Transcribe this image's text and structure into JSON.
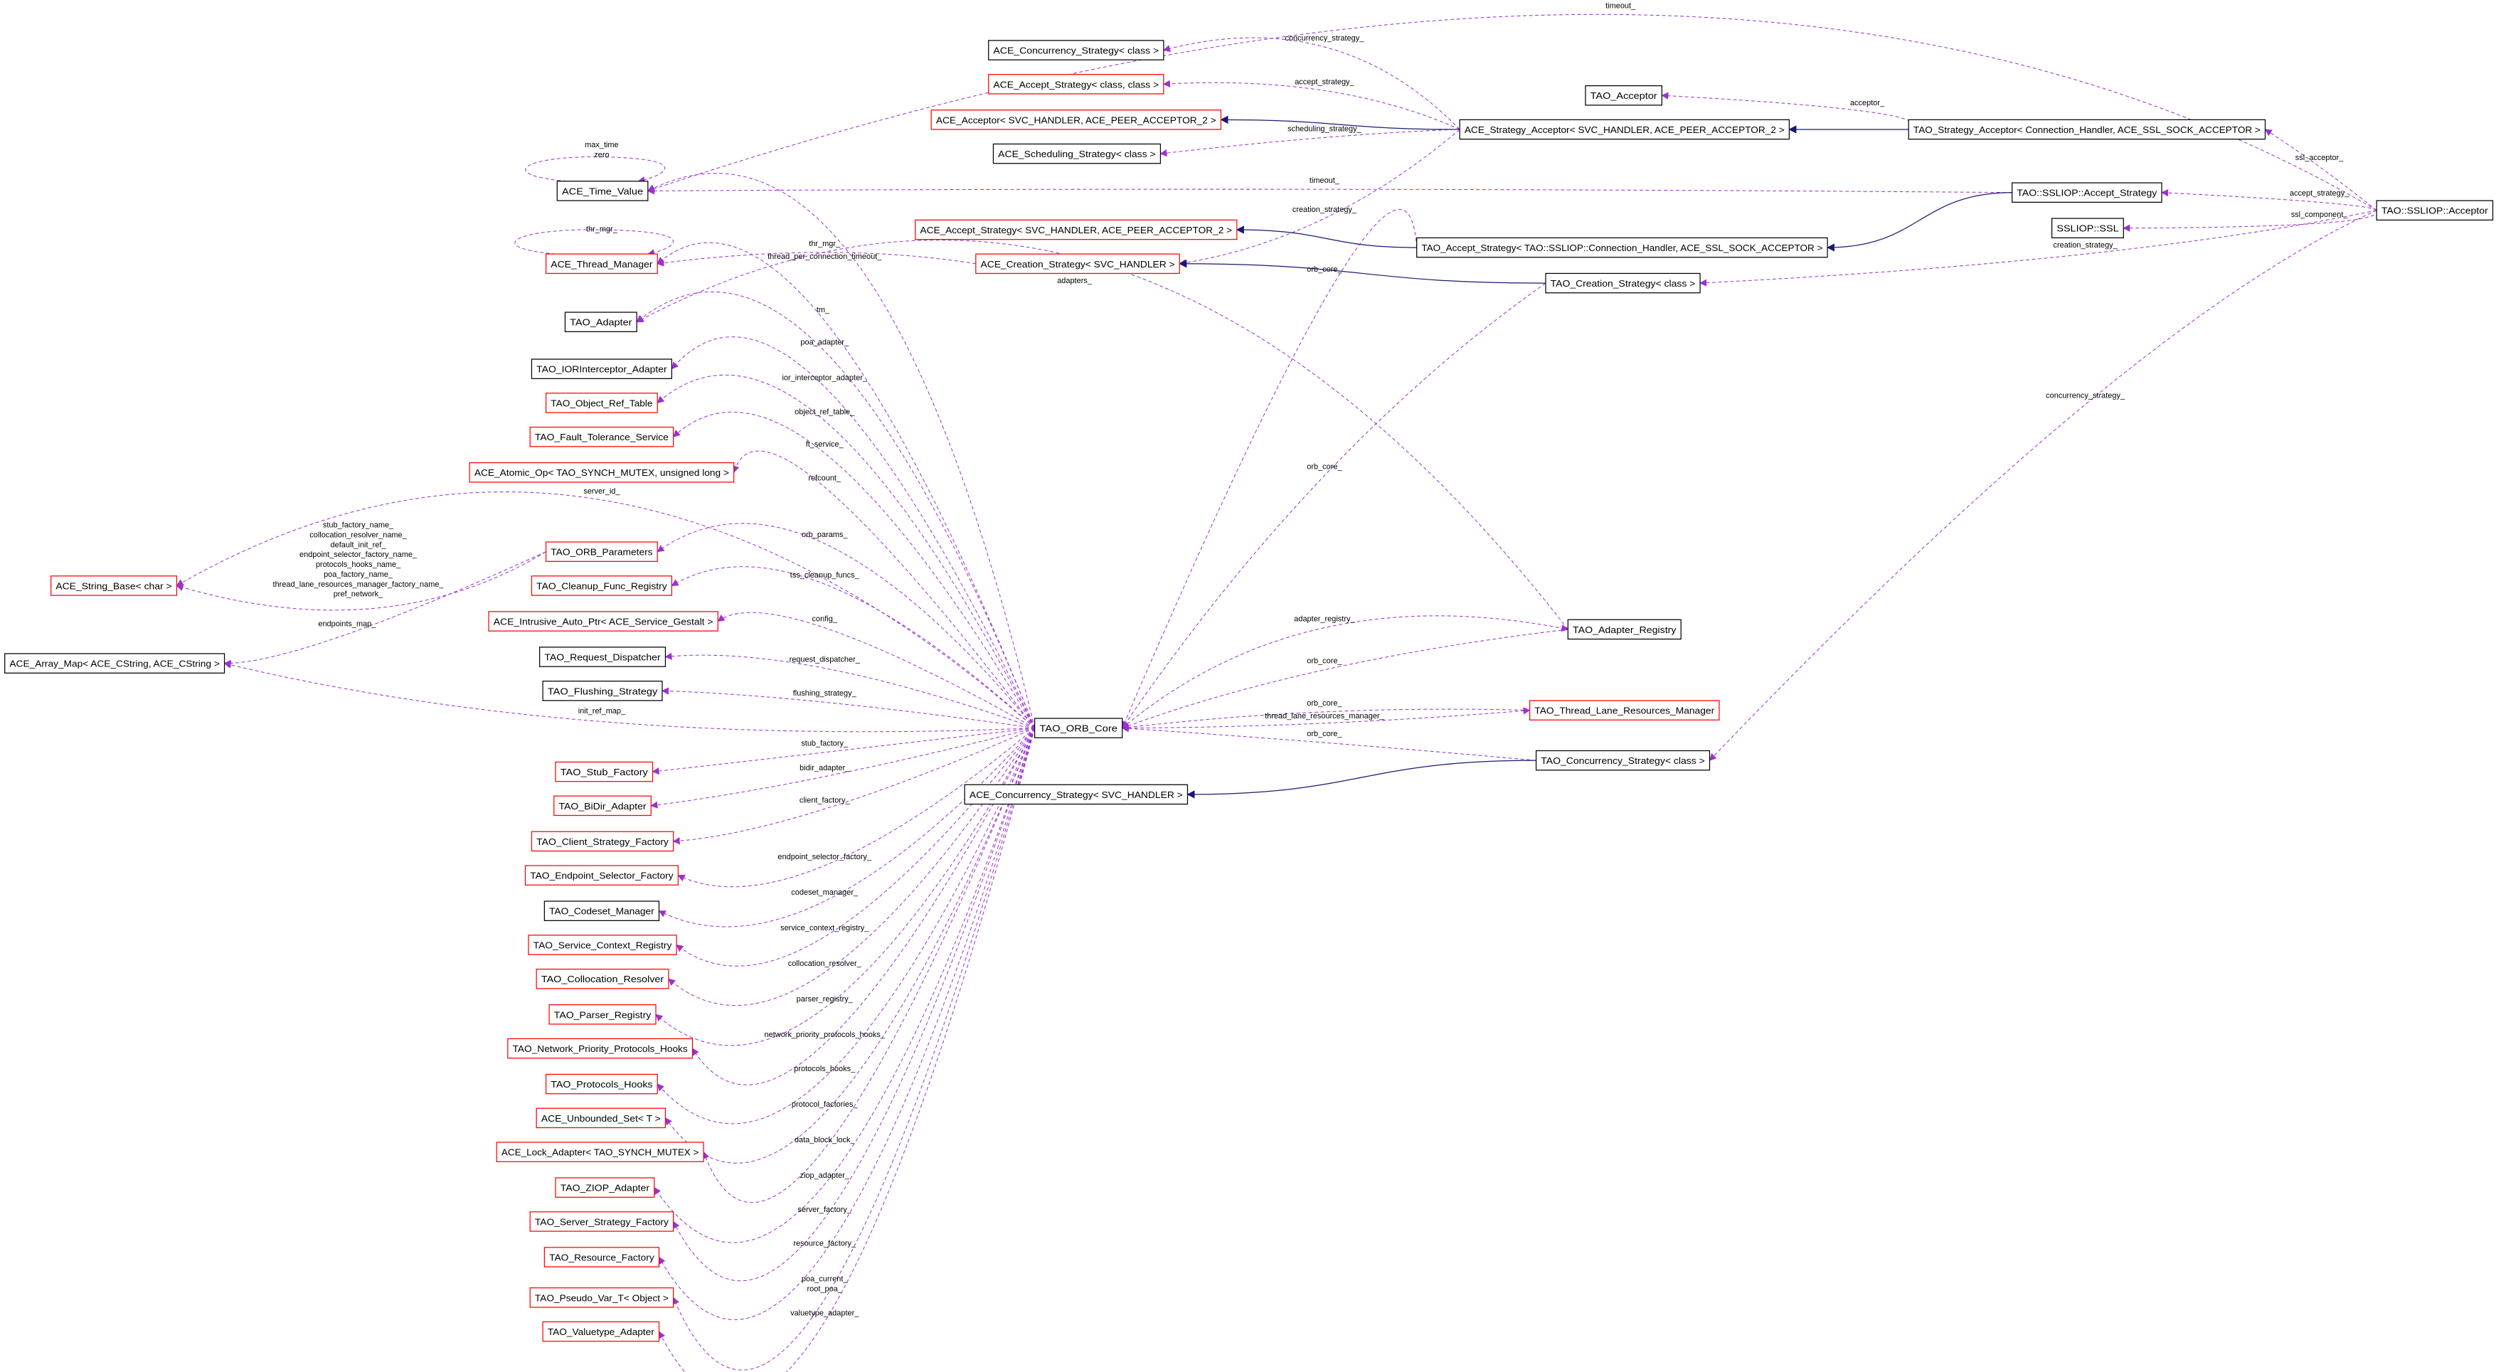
{
  "title": "TAO::SSLIOP::Acceptor",
  "colors": {
    "usage_edge": "#9a32cd",
    "inheritance_edge": "#191970",
    "documented_border": "#000000",
    "undocumented_border": "#ff0000",
    "focus_fill": "#bfbfbf"
  },
  "nodes": [
    {
      "label": "TAO::SSLIOP::Acceptor",
      "border": "#000000",
      "fill": "#bfbfbf"
    },
    {
      "label": "ACE_Concurrency_Strategy< class >",
      "border": "#000000",
      "fill": "#ffffff"
    },
    {
      "label": "ACE_Accept_Strategy< class, class >",
      "border": "#ff0000",
      "fill": "#ffffff"
    },
    {
      "label": "ACE_Acceptor< SVC_HANDLER, ACE_PEER_ACCEPTOR_2 >",
      "border": "#ff0000",
      "fill": "#ffffff"
    },
    {
      "label": "ACE_Scheduling_Strategy< class >",
      "border": "#000000",
      "fill": "#ffffff"
    },
    {
      "label": "TAO_Acceptor",
      "border": "#000000",
      "fill": "#ffffff"
    },
    {
      "label": "ACE_Strategy_Acceptor< SVC_HANDLER, ACE_PEER_ACCEPTOR_2 >",
      "border": "#000000",
      "fill": "#ffffff"
    },
    {
      "label": "TAO_Strategy_Acceptor< Connection_Handler, ACE_SSL_SOCK_ACCEPTOR >",
      "border": "#000000",
      "fill": "#ffffff"
    },
    {
      "label": "TAO::SSLIOP::Accept_Strategy",
      "border": "#000000",
      "fill": "#ffffff"
    },
    {
      "label": "SSLIOP::SSL",
      "border": "#000000",
      "fill": "#ffffff"
    },
    {
      "label": "ACE_Accept_Strategy< SVC_HANDLER, ACE_PEER_ACCEPTOR_2 >",
      "border": "#ff0000",
      "fill": "#ffffff"
    },
    {
      "label": "ACE_Creation_Strategy< SVC_HANDLER >",
      "border": "#ff0000",
      "fill": "#ffffff"
    },
    {
      "label": "TAO_Accept_Strategy< TAO::SSLIOP::Connection_Handler, ACE_SSL_SOCK_ACCEPTOR >",
      "border": "#000000",
      "fill": "#ffffff"
    },
    {
      "label": "TAO_Creation_Strategy< class >",
      "border": "#000000",
      "fill": "#ffffff"
    },
    {
      "label": "ACE_Time_Value",
      "border": "#000000",
      "fill": "#ffffff"
    },
    {
      "label": "ACE_Thread_Manager",
      "border": "#ff0000",
      "fill": "#ffffff"
    },
    {
      "label": "TAO_Adapter",
      "border": "#000000",
      "fill": "#ffffff"
    },
    {
      "label": "TAO_IORInterceptor_Adapter",
      "border": "#000000",
      "fill": "#ffffff"
    },
    {
      "label": "TAO_Object_Ref_Table",
      "border": "#ff0000",
      "fill": "#ffffff"
    },
    {
      "label": "TAO_Fault_Tolerance_Service",
      "border": "#ff0000",
      "fill": "#ffffff"
    },
    {
      "label": "ACE_Atomic_Op< TAO_SYNCH_MUTEX, unsigned long >",
      "border": "#ff0000",
      "fill": "#ffffff"
    },
    {
      "label": "ACE_String_Base< char >",
      "border": "#ff0000",
      "fill": "#ffffff"
    },
    {
      "label": "TAO_ORB_Parameters",
      "border": "#ff0000",
      "fill": "#ffffff"
    },
    {
      "label": "TAO_Cleanup_Func_Registry",
      "border": "#ff0000",
      "fill": "#ffffff"
    },
    {
      "label": "ACE_Intrusive_Auto_Ptr< ACE_Service_Gestalt >",
      "border": "#ff0000",
      "fill": "#ffffff"
    },
    {
      "label": "ACE_Array_Map< ACE_CString, ACE_CString >",
      "border": "#000000",
      "fill": "#ffffff"
    },
    {
      "label": "TAO_Request_Dispatcher",
      "border": "#000000",
      "fill": "#ffffff"
    },
    {
      "label": "TAO_Flushing_Strategy",
      "border": "#000000",
      "fill": "#ffffff"
    },
    {
      "label": "TAO_ORB_Core",
      "border": "#000000",
      "fill": "#ffffff"
    },
    {
      "label": "TAO_Adapter_Registry",
      "border": "#000000",
      "fill": "#ffffff"
    },
    {
      "label": "TAO_Thread_Lane_Resources_Manager",
      "border": "#ff0000",
      "fill": "#ffffff"
    },
    {
      "label": "TAO_Concurrency_Strategy< class >",
      "border": "#000000",
      "fill": "#ffffff"
    },
    {
      "label": "ACE_Concurrency_Strategy< SVC_HANDLER >",
      "border": "#000000",
      "fill": "#ffffff"
    },
    {
      "label": "TAO_Stub_Factory",
      "border": "#ff0000",
      "fill": "#ffffff"
    },
    {
      "label": "TAO_BiDir_Adapter",
      "border": "#ff0000",
      "fill": "#ffffff"
    },
    {
      "label": "TAO_Client_Strategy_Factory",
      "border": "#ff0000",
      "fill": "#ffffff"
    },
    {
      "label": "TAO_Endpoint_Selector_Factory",
      "border": "#ff0000",
      "fill": "#ffffff"
    },
    {
      "label": "TAO_Codeset_Manager",
      "border": "#000000",
      "fill": "#ffffff"
    },
    {
      "label": "TAO_Service_Context_Registry",
      "border": "#ff0000",
      "fill": "#ffffff"
    },
    {
      "label": "TAO_Collocation_Resolver",
      "border": "#ff0000",
      "fill": "#ffffff"
    },
    {
      "label": "TAO_Parser_Registry",
      "border": "#ff0000",
      "fill": "#ffffff"
    },
    {
      "label": "TAO_Network_Priority_Protocols_Hooks",
      "border": "#ff0000",
      "fill": "#ffffff"
    },
    {
      "label": "TAO_Protocols_Hooks",
      "border": "#ff0000",
      "fill": "#ffffff"
    },
    {
      "label": "ACE_Unbounded_Set< T >",
      "border": "#ff0000",
      "fill": "#ffffff"
    },
    {
      "label": "ACE_Lock_Adapter< TAO_SYNCH_MUTEX >",
      "border": "#ff0000",
      "fill": "#ffffff"
    },
    {
      "label": "TAO_ZIOP_Adapter",
      "border": "#ff0000",
      "fill": "#ffffff"
    },
    {
      "label": "TAO_Server_Strategy_Factory",
      "border": "#ff0000",
      "fill": "#ffffff"
    },
    {
      "label": "TAO_Resource_Factory",
      "border": "#ff0000",
      "fill": "#ffffff"
    },
    {
      "label": "TAO_Pseudo_Var_T< Object >",
      "border": "#ff0000",
      "fill": "#ffffff"
    },
    {
      "label": "TAO_Valuetype_Adapter",
      "border": "#ff0000",
      "fill": "#ffffff"
    }
  ],
  "edges": [
    {
      "from": 0,
      "to": 14,
      "labels": [
        "timeout_"
      ]
    },
    {
      "from": 6,
      "to": 1,
      "labels": [
        "concurrency_strategy_"
      ]
    },
    {
      "from": 6,
      "to": 2,
      "labels": [
        "accept_strategy_"
      ]
    },
    {
      "from": 6,
      "to": 3,
      "labels": [],
      "inherit": true
    },
    {
      "from": 6,
      "to": 4,
      "labels": [
        "scheduling_strategy_"
      ]
    },
    {
      "from": 7,
      "to": 5,
      "labels": [
        "acceptor_"
      ]
    },
    {
      "from": 7,
      "to": 6,
      "labels": [],
      "inherit": true
    },
    {
      "from": 0,
      "to": 7,
      "labels": [
        "ssl_acceptor_"
      ]
    },
    {
      "from": 8,
      "to": 14,
      "labels": [
        "timeout_"
      ]
    },
    {
      "from": 0,
      "to": 8,
      "labels": [
        "accept_strategy_"
      ]
    },
    {
      "from": 6,
      "to": 11,
      "labels": [
        "creation_strategy_"
      ]
    },
    {
      "from": 0,
      "to": 9,
      "labels": [
        "ssl_component_"
      ]
    },
    {
      "from": 8,
      "to": 12,
      "labels": [],
      "inherit": true
    },
    {
      "from": 12,
      "to": 10,
      "labels": [],
      "inherit": true
    },
    {
      "from": 0,
      "to": 13,
      "labels": [
        "creation_strategy_"
      ]
    },
    {
      "from": 13,
      "to": 11,
      "labels": [],
      "inherit": true
    },
    {
      "from": 12,
      "to": 28,
      "labels": [
        "orb_core_"
      ]
    },
    {
      "from": 11,
      "to": 15,
      "labels": [
        "thr_mgr_"
      ]
    },
    {
      "from": 14,
      "to": 14,
      "labels": [
        "max_time",
        "zero"
      ]
    },
    {
      "from": 15,
      "to": 15,
      "labels": [
        "thr_mgr_"
      ]
    },
    {
      "from": 28,
      "to": 14,
      "labels": [
        "thread_per_connection_timeout_"
      ]
    },
    {
      "from": 28,
      "to": 15,
      "labels": [
        "tm_"
      ]
    },
    {
      "from": 29,
      "to": 16,
      "labels": [
        "adapters_"
      ]
    },
    {
      "from": 28,
      "to": 16,
      "labels": [
        "poa_adapter_"
      ]
    },
    {
      "from": 28,
      "to": 17,
      "labels": [
        "ior_interceptor_adapter_"
      ]
    },
    {
      "from": 28,
      "to": 18,
      "labels": [
        "object_ref_table_"
      ]
    },
    {
      "from": 28,
      "to": 19,
      "labels": [
        "ft_service_"
      ]
    },
    {
      "from": 28,
      "to": 20,
      "labels": [
        "refcount_"
      ]
    },
    {
      "from": 28,
      "to": 21,
      "labels": [
        "server_id_"
      ]
    },
    {
      "from": 22,
      "to": 21,
      "labels": [
        "stub_factory_name_",
        "collocation_resolver_name_",
        "default_init_ref_",
        "endpoint_selector_factory_name_",
        "protocols_hooks_name_",
        "poa_factory_name_",
        "thread_lane_resources_manager_factory_name_",
        "pref_network_"
      ]
    },
    {
      "from": 28,
      "to": 22,
      "labels": [
        "orb_params_"
      ]
    },
    {
      "from": 28,
      "to": 23,
      "labels": [
        "tss_cleanup_funcs_"
      ]
    },
    {
      "from": 28,
      "to": 24,
      "labels": [
        "config_"
      ]
    },
    {
      "from": 22,
      "to": 25,
      "labels": [
        "endpoints_map_"
      ]
    },
    {
      "from": 28,
      "to": 26,
      "labels": [
        "request_dispatcher_"
      ]
    },
    {
      "from": 28,
      "to": 27,
      "labels": [
        "flushing_strategy_"
      ]
    },
    {
      "from": 28,
      "to": 25,
      "labels": [
        "init_ref_map_"
      ]
    },
    {
      "from": 13,
      "to": 28,
      "labels": [
        "orb_core_"
      ]
    },
    {
      "from": 28,
      "to": 29,
      "labels": [
        "adapter_registry_"
      ]
    },
    {
      "from": 29,
      "to": 28,
      "labels": [
        "orb_core_"
      ]
    },
    {
      "from": 30,
      "to": 28,
      "labels": [
        "orb_core_"
      ]
    },
    {
      "from": 28,
      "to": 30,
      "labels": [
        "thread_lane_resources_manager_"
      ]
    },
    {
      "from": 31,
      "to": 28,
      "labels": [
        "orb_core_"
      ]
    },
    {
      "from": 31,
      "to": 32,
      "labels": [],
      "inherit": true
    },
    {
      "from": 0,
      "to": 31,
      "labels": [
        "concurrency_strategy_"
      ]
    },
    {
      "from": 28,
      "to": 33,
      "labels": [
        "stub_factory_"
      ]
    },
    {
      "from": 28,
      "to": 34,
      "labels": [
        "bidir_adapter_"
      ]
    },
    {
      "from": 28,
      "to": 35,
      "labels": [
        "client_factory_"
      ]
    },
    {
      "from": 28,
      "to": 36,
      "labels": [
        "endpoint_selector_factory_"
      ]
    },
    {
      "from": 28,
      "to": 37,
      "labels": [
        "codeset_manager_"
      ]
    },
    {
      "from": 28,
      "to": 38,
      "labels": [
        "service_context_registry_"
      ]
    },
    {
      "from": 28,
      "to": 39,
      "labels": [
        "collocation_resolver_"
      ]
    },
    {
      "from": 28,
      "to": 40,
      "labels": [
        "parser_registry_"
      ]
    },
    {
      "from": 28,
      "to": 41,
      "labels": [
        "network_priority_protocols_hooks_"
      ]
    },
    {
      "from": 28,
      "to": 42,
      "labels": [
        "protocols_hooks_"
      ]
    },
    {
      "from": 28,
      "to": 43,
      "labels": [
        "protocol_factories_"
      ]
    },
    {
      "from": 28,
      "to": 44,
      "labels": [
        "data_block_lock_"
      ]
    },
    {
      "from": 28,
      "to": 45,
      "labels": [
        "ziop_adapter_"
      ]
    },
    {
      "from": 28,
      "to": 46,
      "labels": [
        "server_factory_"
      ]
    },
    {
      "from": 28,
      "to": 47,
      "labels": [
        "resource_factory_"
      ]
    },
    {
      "from": 28,
      "to": 48,
      "labels": [
        "poa_current_",
        "root_poa_"
      ]
    },
    {
      "from": 28,
      "to": 49,
      "labels": [
        "valuetype_adapter_"
      ]
    }
  ]
}
